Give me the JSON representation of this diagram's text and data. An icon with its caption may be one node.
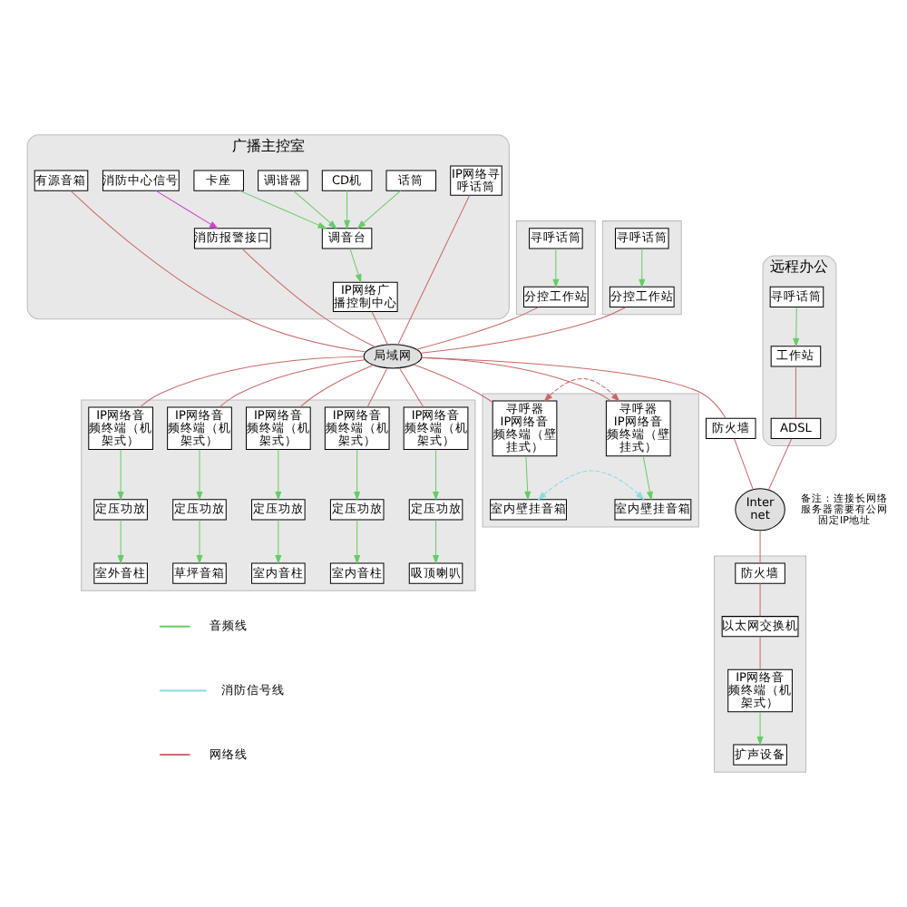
{
  "diagram": {
    "nodes": [
      {
        "text": [
          "广播主控室"
        ]
      },
      {
        "text": [
          "远程办公"
        ]
      },
      {
        "text": [],
        "shape": "box"
      },
      {
        "text": [],
        "shape": "box"
      },
      {
        "text": [],
        "shape": "box"
      },
      {
        "text": [],
        "shape": "box"
      },
      {
        "text": [],
        "shape": "box"
      },
      {
        "text": [
          "话筒"
        ],
        "in": 0
      },
      {
        "text": [
          "CD机"
        ],
        "in": 0
      },
      {
        "text": [
          "调谐器"
        ],
        "in": 0
      },
      {
        "text": [
          "卡座"
        ],
        "in": 0
      },
      {
        "text": [
          "调音台"
        ],
        "in": 0
      },
      {
        "text": [
          "消防报警接口"
        ],
        "in": 0
      },
      {
        "text": [
          "IP网络广播控制中心"
        ],
        "in": 0
      },
      {
        "text": [
          "IP网络寻呼话筒"
        ],
        "in": 0
      },
      {
        "text": [
          "有源音箱"
        ],
        "in": 0
      },
      {
        "text": [
          "消防中心信号"
        ],
        "in": 0
      },
      {
        "text": [
          "局域网"
        ]
      },
      {
        "text": [
          "寻呼话筒"
        ],
        "in": 1
      },
      {
        "text": [
          "工作站"
        ],
        "in": 1
      },
      {
        "text": [
          "ADSL"
        ],
        "in": 1
      },
      {
        "text": [
          "Internet"
        ],
        "beside": [
          "备注：连接长网络服务器需要有公网固定IP地址"
        ]
      },
      {
        "text": [
          "防火墙"
        ]
      },
      {
        "text": [
          "寻呼话筒"
        ],
        "in": 2
      },
      {
        "text": [
          "分控工作站"
        ],
        "in": 2
      },
      {
        "text": [
          "寻呼话筒"
        ],
        "in": 3
      },
      {
        "text": [
          "分控工作站"
        ],
        "in": 3
      },
      {
        "text": [
          "寻呼器",
          "IP网络音频终端（壁挂式）"
        ],
        "in": 4
      },
      {
        "text": [
          "寻呼器",
          "IP网络音频终端（壁挂式）"
        ],
        "in": 4
      },
      {
        "text": [
          "室内壁挂音箱"
        ],
        "in": 4
      },
      {
        "text": [
          "室内壁挂音箱"
        ],
        "in": 4
      },
      {
        "text": [
          "IP网络音频终端（机架式）"
        ],
        "in": 5
      },
      {
        "text": [
          "IP网络音频终端（机架式）"
        ],
        "in": 5
      },
      {
        "text": [
          "IP网络音频终端（机架式）"
        ],
        "in": 5
      },
      {
        "text": [
          "IP网络音频终端（机架式）"
        ],
        "in": 5
      },
      {
        "text": [
          "IP网络音频终端（机架式）"
        ],
        "in": 5
      },
      {
        "text": [
          "定压功放"
        ],
        "in": 5
      },
      {
        "text": [
          "定压功放"
        ],
        "in": 5
      },
      {
        "text": [
          "定压功放"
        ],
        "in": 5
      },
      {
        "text": [
          "定压功放"
        ],
        "in": 5
      },
      {
        "text": [
          "定压功放"
        ],
        "in": 5
      },
      {
        "text": [
          "吸顶喇叭"
        ],
        "in": 5
      },
      {
        "text": [
          "室内音柱"
        ],
        "in": 5
      },
      {
        "text": [
          "室内音柱"
        ],
        "in": 5
      },
      {
        "text": [
          "草坪音箱"
        ],
        "in": 5
      },
      {
        "text": [
          "室外音柱"
        ],
        "in": 5
      },
      {
        "text": [
          "防火墙"
        ],
        "in": 6
      },
      {
        "text": [
          "以太网交换机"
        ],
        "in": 6
      },
      {
        "text": [
          "IP网络音频终端（机架式）"
        ],
        "in": 6
      },
      {
        "text": [
          "扩声设备"
        ],
        "in": 6
      }
    ],
    "edges": [
      {
        "from": 7,
        "to": 11,
        "arrow": "to",
        "color": "#66cc66"
      },
      {
        "from": 8,
        "to": 11,
        "arrow": "to",
        "color": "#66cc66"
      },
      {
        "from": 9,
        "to": 11,
        "arrow": "to",
        "color": "#66cc66"
      },
      {
        "from": 10,
        "to": 11,
        "arrow": "to",
        "color": "#66cc66"
      },
      {
        "from": 11,
        "to": 13,
        "arrow": "to",
        "color": "#66cc66"
      },
      {
        "from": 16,
        "to": 12,
        "arrow": "to",
        "color": "#cc44cc"
      },
      {
        "from": 12,
        "to": 17,
        "arrow": "none",
        "color": "#cc6666"
      },
      {
        "from": 13,
        "to": 17,
        "arrow": "none",
        "color": "#cc6666"
      },
      {
        "from": 14,
        "to": 17,
        "arrow": "none",
        "color": "#cc6666"
      },
      {
        "from": 15,
        "to": 17,
        "arrow": "none",
        "color": "#cc6666"
      },
      {
        "from": 18,
        "to": 19,
        "arrow": "to",
        "color": "#66cc66"
      },
      {
        "from": 19,
        "to": 20,
        "arrow": "none",
        "color": "#cc6666"
      },
      {
        "from": 20,
        "to": 21,
        "arrow": "none",
        "color": "#cc6666"
      },
      {
        "from": 17,
        "to": 22,
        "arrow": "none",
        "color": "#cc6666"
      },
      {
        "from": 22,
        "to": 21,
        "arrow": "none",
        "color": "#cc6666"
      },
      {
        "from": 23,
        "to": 24,
        "arrow": "to",
        "color": "#66cc66"
      },
      {
        "from": 24,
        "to": 17,
        "arrow": "none",
        "color": "#cc6666"
      },
      {
        "from": 25,
        "to": 26,
        "arrow": "to",
        "color": "#66cc66"
      },
      {
        "from": 26,
        "to": 17,
        "arrow": "none",
        "color": "#cc6666"
      },
      {
        "from": 17,
        "to": 27,
        "arrow": "none",
        "color": "#cc6666"
      },
      {
        "from": 17,
        "to": 28,
        "arrow": "none",
        "color": "#cc6666"
      },
      {
        "from": 27,
        "to": 28,
        "arrow": "both",
        "style": "dashed",
        "color": "#cc6666"
      },
      {
        "from": 27,
        "to": 29,
        "arrow": "to",
        "color": "#66cc66"
      },
      {
        "from": 28,
        "to": 30,
        "arrow": "to",
        "color": "#66cc66"
      },
      {
        "from": 29,
        "to": 30,
        "arrow": "both",
        "style": "dashed",
        "color": "#88dddd"
      },
      {
        "from": 17,
        "to": 31,
        "arrow": "none",
        "color": "#cc6666"
      },
      {
        "from": 17,
        "to": 32,
        "arrow": "none",
        "color": "#cc6666"
      },
      {
        "from": 17,
        "to": 33,
        "arrow": "none",
        "color": "#cc6666"
      },
      {
        "from": 17,
        "to": 34,
        "arrow": "none",
        "color": "#cc6666"
      },
      {
        "from": 17,
        "to": 35,
        "arrow": "none",
        "color": "#cc6666"
      },
      {
        "from": 31,
        "to": 36,
        "arrow": "to",
        "color": "#66cc66"
      },
      {
        "from": 32,
        "to": 37,
        "arrow": "to",
        "color": "#66cc66"
      },
      {
        "from": 33,
        "to": 38,
        "arrow": "to",
        "color": "#66cc66"
      },
      {
        "from": 34,
        "to": 39,
        "arrow": "to",
        "color": "#66cc66"
      },
      {
        "from": 35,
        "to": 40,
        "arrow": "to",
        "color": "#66cc66"
      },
      {
        "from": 36,
        "to": 41,
        "arrow": "to",
        "color": "#66cc66"
      },
      {
        "from": 37,
        "to": 42,
        "arrow": "to",
        "color": "#66cc66"
      },
      {
        "from": 38,
        "to": 43,
        "arrow": "to",
        "color": "#66cc66"
      },
      {
        "from": 39,
        "to": 44,
        "arrow": "to",
        "color": "#66cc66"
      },
      {
        "from": 40,
        "to": 45,
        "arrow": "to",
        "color": "#66cc66"
      },
      {
        "from": 21,
        "to": 46,
        "arrow": "none",
        "color": "#cc6666"
      },
      {
        "from": 46,
        "to": 47,
        "arrow": "none",
        "color": "#cc6666"
      },
      {
        "from": 47,
        "to": 48,
        "arrow": "none",
        "color": "#cc6666"
      },
      {
        "from": 48,
        "to": 49,
        "arrow": "to",
        "color": "#66cc66"
      }
    ],
    "legend": [
      {
        "text": "音频线"
      },
      {
        "text": "消防信号线"
      },
      {
        "text": "网络线"
      }
    ]
  }
}
